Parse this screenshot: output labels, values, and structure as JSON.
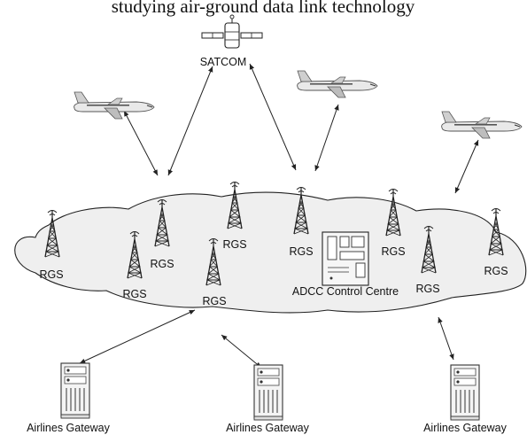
{
  "header_text": "studying     air-ground     data     link     technology",
  "satcom": {
    "label": "SATCOM"
  },
  "control_centre": {
    "label": "ADCC Control Centre"
  },
  "ground_stations": [
    {
      "label": "RGS"
    },
    {
      "label": "RGS"
    },
    {
      "label": "RGS"
    },
    {
      "label": "RGS"
    },
    {
      "label": "RGS"
    },
    {
      "label": "RGS"
    },
    {
      "label": "RGS"
    },
    {
      "label": "RGS"
    },
    {
      "label": "RGS"
    }
  ],
  "gateways": [
    {
      "label": "Airlines Gateway"
    },
    {
      "label": "Airlines Gateway"
    },
    {
      "label": "Airlines Gateway"
    }
  ]
}
